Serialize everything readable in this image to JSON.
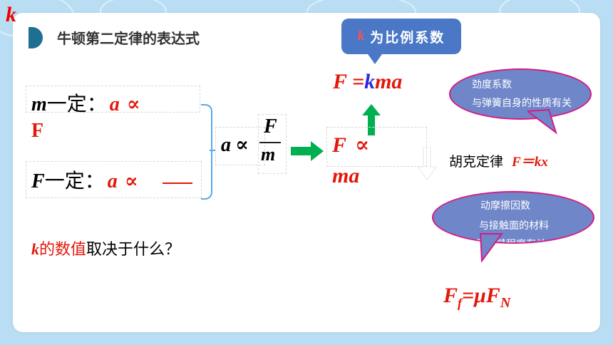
{
  "corner_mark": "k",
  "title": "牛顿第二定律的表达式",
  "callout": {
    "k": "k",
    "text": "为比例系数"
  },
  "formula_main": {
    "F": "F",
    "eq": " =",
    "k": "k",
    "ma": "ma"
  },
  "row_m": {
    "var": "m",
    "label": "一定：",
    "a": "a",
    "prop": "∝",
    "F": "F"
  },
  "row_F": {
    "var": "F",
    "label": "一定：",
    "a": "a",
    "prop": "∝"
  },
  "combined": {
    "a": "a",
    "prop": "∝",
    "num": "F",
    "den": "m"
  },
  "result": {
    "F": "F",
    "prop": "∝",
    "ma": "ma"
  },
  "hooke": {
    "label": "胡克定律",
    "formula": "F＝kx"
  },
  "bubble_spring": {
    "line1": "劲度系数",
    "line2": "与弹簧自身的性质有关"
  },
  "bubble_friction": {
    "line1": "动摩擦因数",
    "line2": "与接触面的材料",
    "line3": "及粗糙程度有关"
  },
  "friction_formula": {
    "F": "F",
    "sub_f": "f",
    "eq": "=μF",
    "sub_N": "N"
  },
  "question": {
    "k": "k",
    "mid": "的数值",
    "rest": "取决于什么？"
  },
  "colors": {
    "accent_red": "#e3170a",
    "blue_k": "#2a2ae0",
    "arrow_green": "#00b050",
    "callout_blue": "#4a78c6"
  }
}
